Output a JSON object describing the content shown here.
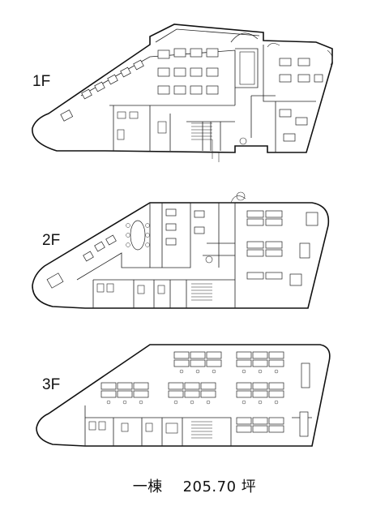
{
  "floors": [
    {
      "label": "1F"
    },
    {
      "label": "2F"
    },
    {
      "label": "3F"
    }
  ],
  "caption": {
    "scope": "一棟",
    "area": "205.70",
    "unit": "坪"
  }
}
